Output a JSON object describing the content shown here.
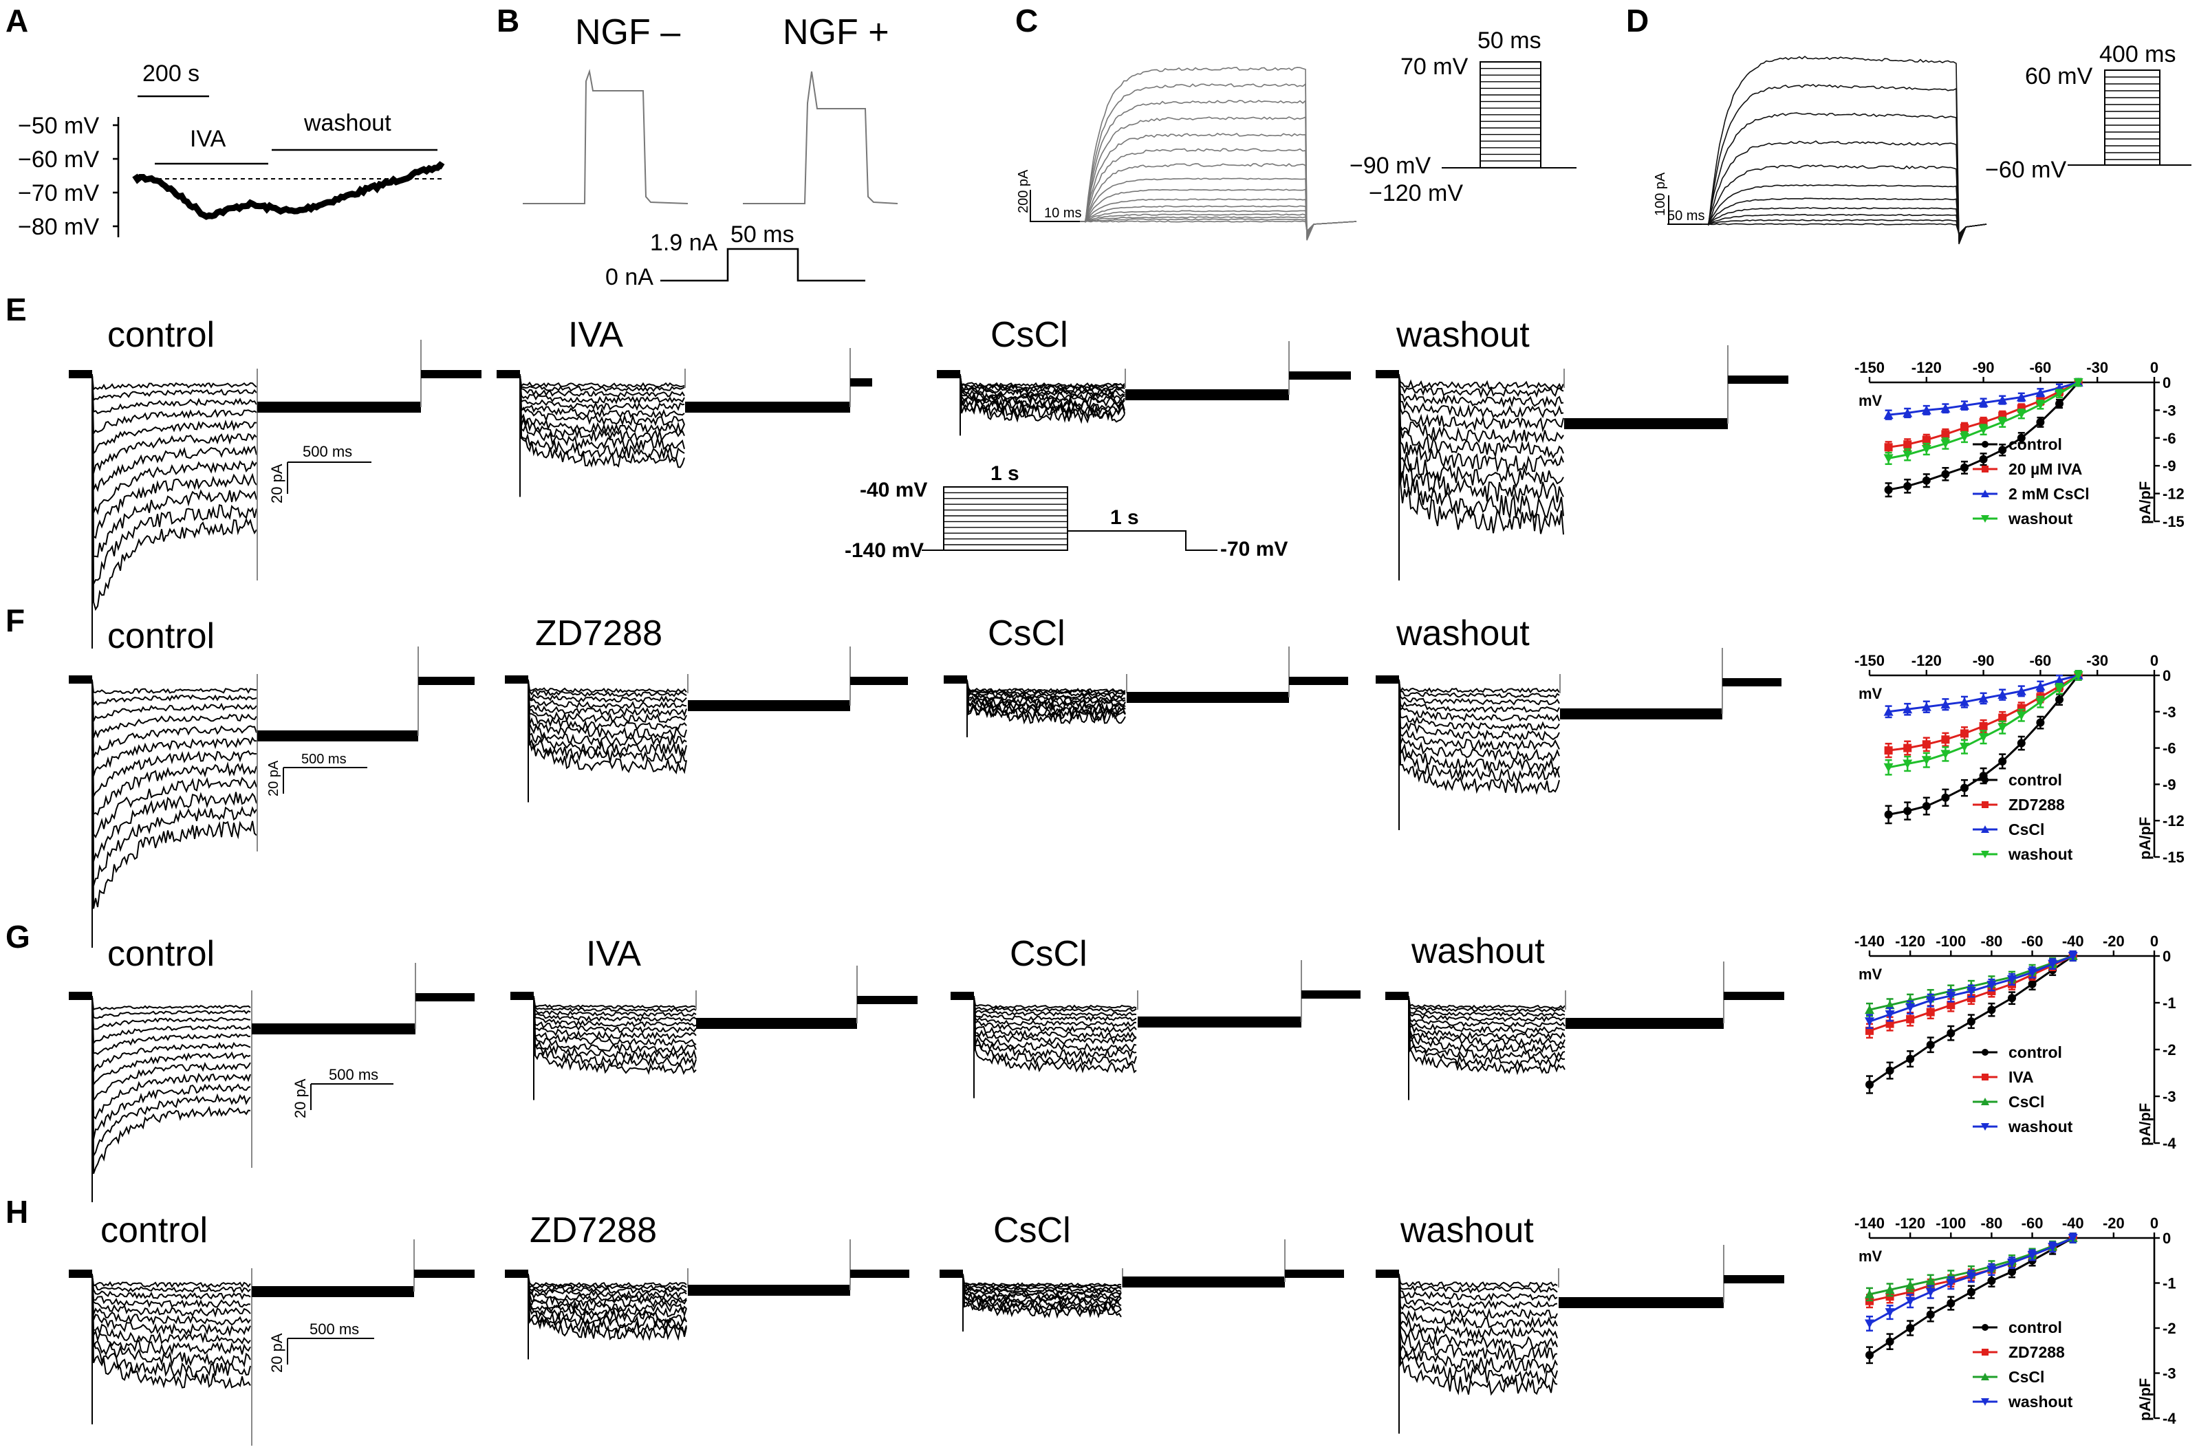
{
  "panels": {
    "A": {
      "letter": "A",
      "time_scale": "200 s",
      "ylabels": [
        "−50 mV",
        "−60 mV",
        "−70 mV",
        "−80 mV"
      ],
      "ticks_mv": [
        -50,
        -60,
        -70,
        -80
      ],
      "drug": "IVA",
      "washout": "washout"
    },
    "B": {
      "letter": "B",
      "ngf_minus": "NGF –",
      "ngf_plus": "NGF +",
      "step_amp": "1.9 nA",
      "step_dur": "50 ms",
      "base": "0 nA"
    },
    "C": {
      "letter": "C",
      "scale_y": "200 pA",
      "scale_x": "10 ms",
      "prot_dur": "50 ms",
      "prot_top": "70 mV",
      "prot_hold": "−90 mV",
      "prot_bottom": "−120 mV"
    },
    "D": {
      "letter": "D",
      "scale_y": "100 pA",
      "scale_x": "50 ms",
      "prot_dur": "400 ms",
      "prot_top": "60 mV",
      "prot_hold": "−60 mV"
    },
    "E": {
      "letter": "E",
      "conditions": [
        "control",
        "IVA",
        "CsCl",
        "washout"
      ],
      "scale_y": "20 pA",
      "scale_x": "500 ms",
      "protocol": {
        "top": "-40 mV",
        "bottom": "-140 mV",
        "step": "1 s",
        "tail": "1 s",
        "hold": "-70 mV"
      }
    },
    "F": {
      "letter": "F",
      "conditions": [
        "control",
        "ZD7288",
        "CsCl",
        "washout"
      ],
      "scale_y": "20 pA",
      "scale_x": "500 ms"
    },
    "G": {
      "letter": "G",
      "conditions": [
        "control",
        "IVA",
        "CsCl",
        "washout"
      ],
      "scale_y": "20 pA",
      "scale_x": "500 ms"
    },
    "H": {
      "letter": "H",
      "conditions": [
        "control",
        "ZD7288",
        "CsCl",
        "washout"
      ],
      "scale_y": "20 pA",
      "scale_x": "500 ms"
    }
  },
  "chart_data": [
    {
      "panel": "E",
      "type": "line",
      "xlabel": "mV",
      "ylabel": "pA/pF",
      "xticks": [
        -150,
        -120,
        -90,
        -60,
        -30,
        0
      ],
      "yticks": [
        0,
        -3,
        -6,
        -9,
        -12,
        -15
      ],
      "xlim": [
        -150,
        0
      ],
      "ylim": [
        -15,
        0
      ],
      "legend": "bottom-right",
      "x": [
        -140,
        -130,
        -120,
        -110,
        -100,
        -90,
        -80,
        -70,
        -60,
        -50,
        -40
      ],
      "series": [
        {
          "name": "control",
          "color": "#000000",
          "marker": "circle",
          "values": [
            -11.6,
            -11.2,
            -10.6,
            -9.9,
            -9.2,
            -8.3,
            -7.3,
            -6.0,
            -4.3,
            -2.3,
            0
          ]
        },
        {
          "name": "20 µM IVA",
          "color": "#e0201c",
          "marker": "square",
          "values": [
            -7.0,
            -6.7,
            -6.2,
            -5.6,
            -4.9,
            -4.3,
            -3.6,
            -2.8,
            -2.0,
            -1.0,
            0
          ]
        },
        {
          "name": "2 mM CsCl",
          "color": "#1a2fd6",
          "marker": "triangle-up",
          "values": [
            -3.5,
            -3.3,
            -3.0,
            -2.8,
            -2.5,
            -2.2,
            -1.9,
            -1.6,
            -1.1,
            -0.6,
            0
          ]
        },
        {
          "name": "washout",
          "color": "#1fbf2a",
          "marker": "triangle-down",
          "values": [
            -8.2,
            -7.8,
            -7.2,
            -6.6,
            -5.9,
            -5.1,
            -4.3,
            -3.4,
            -2.4,
            -1.2,
            0
          ]
        }
      ]
    },
    {
      "panel": "F",
      "type": "line",
      "xlabel": "mV",
      "ylabel": "pA/pF",
      "xticks": [
        -150,
        -120,
        -90,
        -60,
        -30,
        0
      ],
      "yticks": [
        0,
        -3,
        -6,
        -9,
        -12,
        -15
      ],
      "xlim": [
        -150,
        0
      ],
      "ylim": [
        -15,
        0
      ],
      "legend": "bottom-right",
      "x": [
        -140,
        -130,
        -120,
        -110,
        -100,
        -90,
        -80,
        -70,
        -60,
        -50,
        -40
      ],
      "series": [
        {
          "name": "control",
          "color": "#000000",
          "marker": "circle",
          "values": [
            -11.5,
            -11.2,
            -10.8,
            -10.1,
            -9.3,
            -8.3,
            -7.1,
            -5.6,
            -3.9,
            -2.0,
            0
          ]
        },
        {
          "name": "ZD7288",
          "color": "#e0201c",
          "marker": "square",
          "values": [
            -6.2,
            -6.0,
            -5.7,
            -5.3,
            -4.8,
            -4.2,
            -3.5,
            -2.7,
            -1.8,
            -0.9,
            0
          ]
        },
        {
          "name": "CsCl",
          "color": "#1a2fd6",
          "marker": "triangle-up",
          "values": [
            -3.0,
            -2.8,
            -2.6,
            -2.4,
            -2.2,
            -1.9,
            -1.6,
            -1.3,
            -0.9,
            -0.4,
            0
          ]
        },
        {
          "name": "washout",
          "color": "#1fbf2a",
          "marker": "triangle-down",
          "values": [
            -7.6,
            -7.3,
            -7.0,
            -6.5,
            -5.9,
            -5.1,
            -4.3,
            -3.3,
            -2.2,
            -1.1,
            0
          ]
        }
      ]
    },
    {
      "panel": "G",
      "type": "line",
      "xlabel": "mV",
      "ylabel": "pA/pF",
      "xticks": [
        -140,
        -120,
        -100,
        -80,
        -60,
        -40,
        -20,
        0
      ],
      "yticks": [
        0,
        -1,
        -2,
        -3,
        -4
      ],
      "xlim": [
        -140,
        0
      ],
      "ylim": [
        -4,
        0
      ],
      "legend": "bottom-right",
      "x": [
        -140,
        -130,
        -120,
        -110,
        -100,
        -90,
        -80,
        -70,
        -60,
        -50,
        -40
      ],
      "series": [
        {
          "name": "control",
          "color": "#000000",
          "marker": "circle",
          "values": [
            -2.75,
            -2.45,
            -2.2,
            -1.9,
            -1.65,
            -1.4,
            -1.15,
            -0.9,
            -0.6,
            -0.3,
            0
          ]
        },
        {
          "name": "IVA",
          "color": "#e0201c",
          "marker": "square",
          "values": [
            -1.6,
            -1.45,
            -1.35,
            -1.2,
            -1.05,
            -0.9,
            -0.75,
            -0.6,
            -0.4,
            -0.2,
            0
          ]
        },
        {
          "name": "CsCl",
          "color": "#1fa02a",
          "marker": "triangle-up",
          "values": [
            -1.15,
            -1.05,
            -0.95,
            -0.85,
            -0.75,
            -0.65,
            -0.55,
            -0.45,
            -0.3,
            -0.15,
            0
          ]
        },
        {
          "name": "washout",
          "color": "#1a2fd6",
          "marker": "triangle-down",
          "values": [
            -1.4,
            -1.25,
            -1.1,
            -0.95,
            -0.85,
            -0.75,
            -0.62,
            -0.5,
            -0.35,
            -0.17,
            0
          ]
        }
      ]
    },
    {
      "panel": "H",
      "type": "line",
      "xlabel": "mV",
      "ylabel": "pA/pF",
      "xticks": [
        -140,
        -120,
        -100,
        -80,
        -60,
        -40,
        -20,
        0
      ],
      "yticks": [
        0,
        -1,
        -2,
        -3,
        -4
      ],
      "xlim": [
        -140,
        0
      ],
      "ylim": [
        -4,
        0
      ],
      "legend": "bottom-right",
      "x": [
        -140,
        -130,
        -120,
        -110,
        -100,
        -90,
        -80,
        -70,
        -60,
        -50,
        -40
      ],
      "series": [
        {
          "name": "control",
          "color": "#000000",
          "marker": "circle",
          "values": [
            -2.6,
            -2.3,
            -2.0,
            -1.7,
            -1.45,
            -1.2,
            -0.95,
            -0.75,
            -0.5,
            -0.25,
            0
          ]
        },
        {
          "name": "ZD7288",
          "color": "#e0201c",
          "marker": "square",
          "values": [
            -1.4,
            -1.3,
            -1.2,
            -1.05,
            -0.95,
            -0.82,
            -0.7,
            -0.55,
            -0.38,
            -0.2,
            0
          ]
        },
        {
          "name": "CsCl",
          "color": "#1fa02a",
          "marker": "triangle-up",
          "values": [
            -1.25,
            -1.15,
            -1.05,
            -0.95,
            -0.85,
            -0.75,
            -0.63,
            -0.5,
            -0.35,
            -0.18,
            0
          ]
        },
        {
          "name": "washout",
          "color": "#1a2fd6",
          "marker": "triangle-down",
          "values": [
            -1.9,
            -1.65,
            -1.4,
            -1.2,
            -1.0,
            -0.85,
            -0.7,
            -0.55,
            -0.38,
            -0.2,
            0
          ]
        }
      ]
    }
  ]
}
